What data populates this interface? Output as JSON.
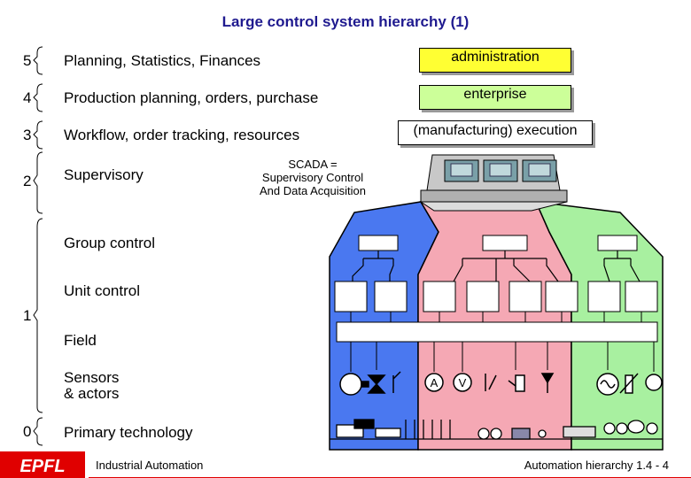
{
  "title": "Large control system hierarchy (1)",
  "levels": [
    {
      "num": "5",
      "text": "Planning, Statistics, Finances"
    },
    {
      "num": "4",
      "text": "Production planning, orders, purchase"
    },
    {
      "num": "3",
      "text": "Workflow, order tracking, resources"
    },
    {
      "num": "2",
      "text": "Supervisory"
    },
    {
      "num": "1",
      "text": ""
    },
    {
      "num": "0",
      "text": "Primary technology"
    }
  ],
  "sublevels": {
    "group": "Group control",
    "unit": "Unit control",
    "field": "Field",
    "sensors_line1": "Sensors",
    "sensors_line2": "& actors"
  },
  "boxes": {
    "administration": "administration",
    "enterprise": "enterprise",
    "execution": "(manufacturing) execution"
  },
  "scada": {
    "line1": "SCADA =",
    "line2": "Supervisory Control",
    "line3": "And Data Acquisition"
  },
  "symbols": {
    "ammeter": "A",
    "voltmeter": "V"
  },
  "footer": {
    "left": "Industrial Automation",
    "right": "Automation hierarchy 1.4 - 4"
  },
  "colors": {
    "title": "#1f1a8f",
    "administration": "#ffff33",
    "enterprise": "#ccff99",
    "execution": "#ffffff",
    "blue_zone": "#4a78f0",
    "pink_zone": "#f5a8b4",
    "green_zone": "#a8f0a0",
    "console": "#c8c8c8"
  }
}
